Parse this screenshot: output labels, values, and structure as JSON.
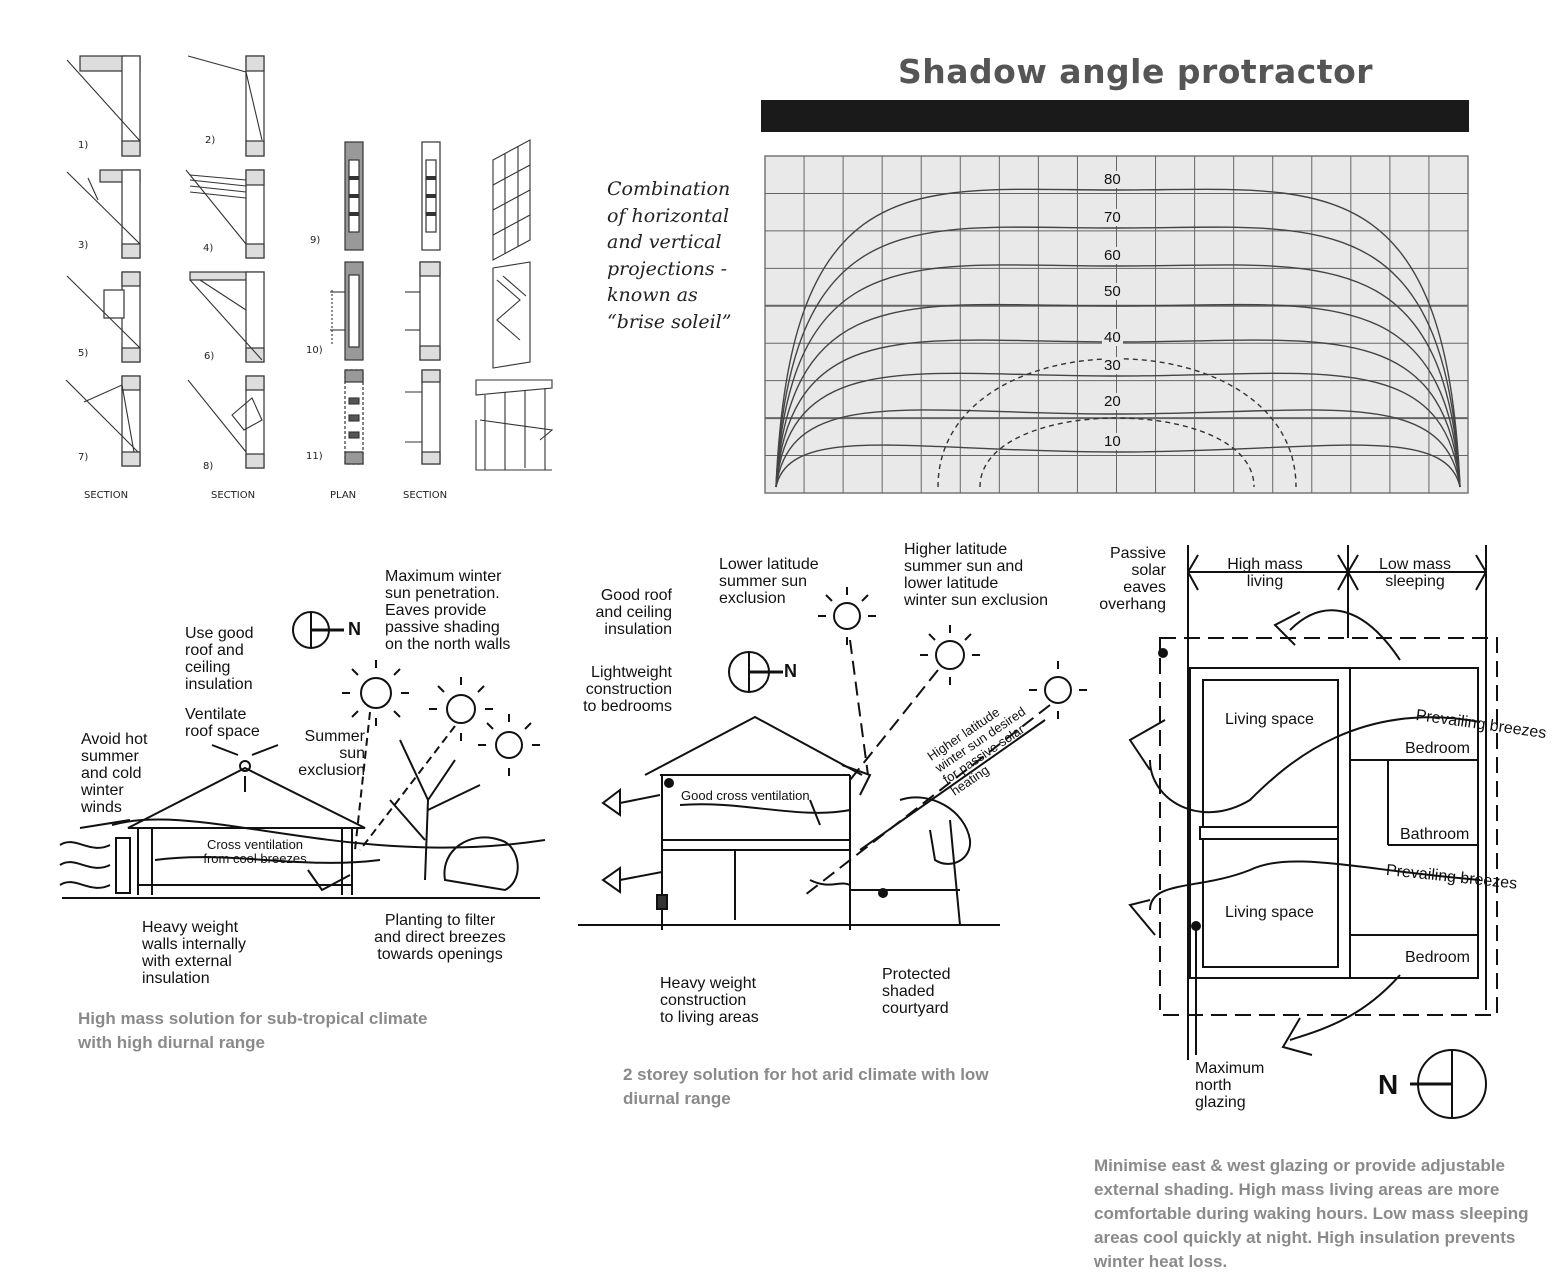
{
  "protractor": {
    "title": "Shadow angle protractor",
    "angle_labels": [
      "80",
      "70",
      "60",
      "50",
      "40",
      "30",
      "20",
      "10"
    ]
  },
  "brise_soleil": {
    "text": "Combination\nof horizontal\nand vertical\nprojections -\nknown as\n“brise soleil”"
  },
  "shading_sections": {
    "numbers": [
      "1)",
      "2)",
      "3)",
      "4)",
      "5)",
      "6)",
      "7)",
      "8)",
      "9)",
      "10)",
      "11)"
    ],
    "column_labels": [
      "SECTION",
      "SECTION",
      "PLAN",
      "SECTION"
    ]
  },
  "subtropical": {
    "labels": {
      "max_winter": "Maximum winter\nsun penetration.\nEaves provide\npassive shading\non the north walls",
      "roof_insulation": "Use good\nroof and\nceiling\ninsulation",
      "ventilate": "Ventilate\nroof space",
      "avoid_winds": "Avoid hot\nsummer\nand cold\nwinter\nwinds",
      "summer_exclusion": "Summer\nsun\nexclusion",
      "cross_vent": "Cross ventilation\nfrom cool breezes",
      "heavy_walls": "Heavy weight\nwalls internally\nwith external\ninsulation",
      "planting": "Planting to filter\nand direct breezes\ntowards openings",
      "north": "N"
    },
    "caption": "High mass solution for sub-tropical climate\nwith high diurnal range"
  },
  "arid": {
    "labels": {
      "good_roof": "Good roof\nand ceiling\ninsulation",
      "lightweight": "Lightweight\nconstruction\nto bedrooms",
      "lower_lat": "Lower latitude\nsummer sun\nexclusion",
      "higher_lat": "Higher latitude\nsummer sun and\nlower latitude\nwinter sun exclusion",
      "good_cross": "Good cross ventilation",
      "winter_sun": "Higher latitude\nwinter sun desired\nfor passive solar\nheating",
      "heavy_construction": "Heavy weight\nconstruction\nto living areas",
      "courtyard": "Protected\nshaded\ncourtyard",
      "north": "N"
    },
    "caption": "2 storey solution for hot arid climate with low\ndiurnal range"
  },
  "plan": {
    "labels": {
      "passive_eaves": "Passive\nsolar\neaves\noverhang",
      "high_mass": "High mass\nliving",
      "low_mass": "Low mass\nsleeping",
      "living1": "Living space",
      "living2": "Living space",
      "bedroom1": "Bedroom",
      "bedroom2": "Bedroom",
      "bathroom": "Bathroom",
      "breezes1": "Prevailing breezes",
      "breezes2": "Prevailing breezes",
      "max_north": "Maximum\nnorth\nglazing",
      "north": "N"
    },
    "caption": "Minimise east & west glazing or provide adjustable\nexternal shading. High mass living areas are more\ncomfortable during waking hours. Low mass sleeping\nareas cool quickly at night. High insulation prevents\nwinter heat loss."
  }
}
